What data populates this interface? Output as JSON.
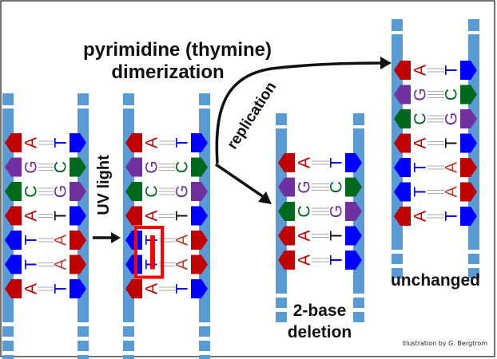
{
  "title": {
    "line1": "pyrimidine (thymine)",
    "line2": "dimerization"
  },
  "labels": {
    "uv_light": "UV light",
    "replication": "replication",
    "deletion_line1": "2-base",
    "deletion_line2": "deletion",
    "unchanged": "unchanged",
    "credit": "Illustration by G. Bergtrom"
  },
  "colors": {
    "backbone": "#5b9bd5",
    "A": "#c00000",
    "T": "#0000ff",
    "G": "#7030a0",
    "C": "#006a1c",
    "T_paired_A_black": "#111111",
    "dimer_box": "#ff0000",
    "frame": "#444444"
  },
  "dna_molecules": [
    {
      "id": "original",
      "pairs": [
        [
          "A",
          "T"
        ],
        [
          "G",
          "C"
        ],
        [
          "C",
          "G"
        ],
        [
          "A",
          "T"
        ],
        [
          "T",
          "A"
        ],
        [
          "T",
          "A"
        ],
        [
          "A",
          "T"
        ]
      ],
      "black_right": [
        3
      ]
    },
    {
      "id": "uv-damaged",
      "pairs": [
        [
          "A",
          "T"
        ],
        [
          "G",
          "C"
        ],
        [
          "C",
          "G"
        ],
        [
          "A",
          "T"
        ],
        [
          "T",
          "A"
        ],
        [
          "T",
          "A"
        ],
        [
          "A",
          "T"
        ]
      ],
      "black_right": [
        3
      ],
      "dimer_rows": [
        4,
        5
      ]
    },
    {
      "id": "two-base-deletion",
      "pairs": [
        [
          "A",
          "T"
        ],
        [
          "G",
          "C"
        ],
        [
          "C",
          "G"
        ],
        [
          "A",
          "T"
        ],
        [
          "A",
          "T"
        ]
      ],
      "black_right": [
        3
      ]
    },
    {
      "id": "unchanged",
      "pairs": [
        [
          "A",
          "T"
        ],
        [
          "G",
          "C"
        ],
        [
          "C",
          "G"
        ],
        [
          "A",
          "T"
        ],
        [
          "T",
          "A"
        ],
        [
          "T",
          "A"
        ],
        [
          "A",
          "T"
        ]
      ],
      "black_right": [
        3
      ]
    }
  ]
}
